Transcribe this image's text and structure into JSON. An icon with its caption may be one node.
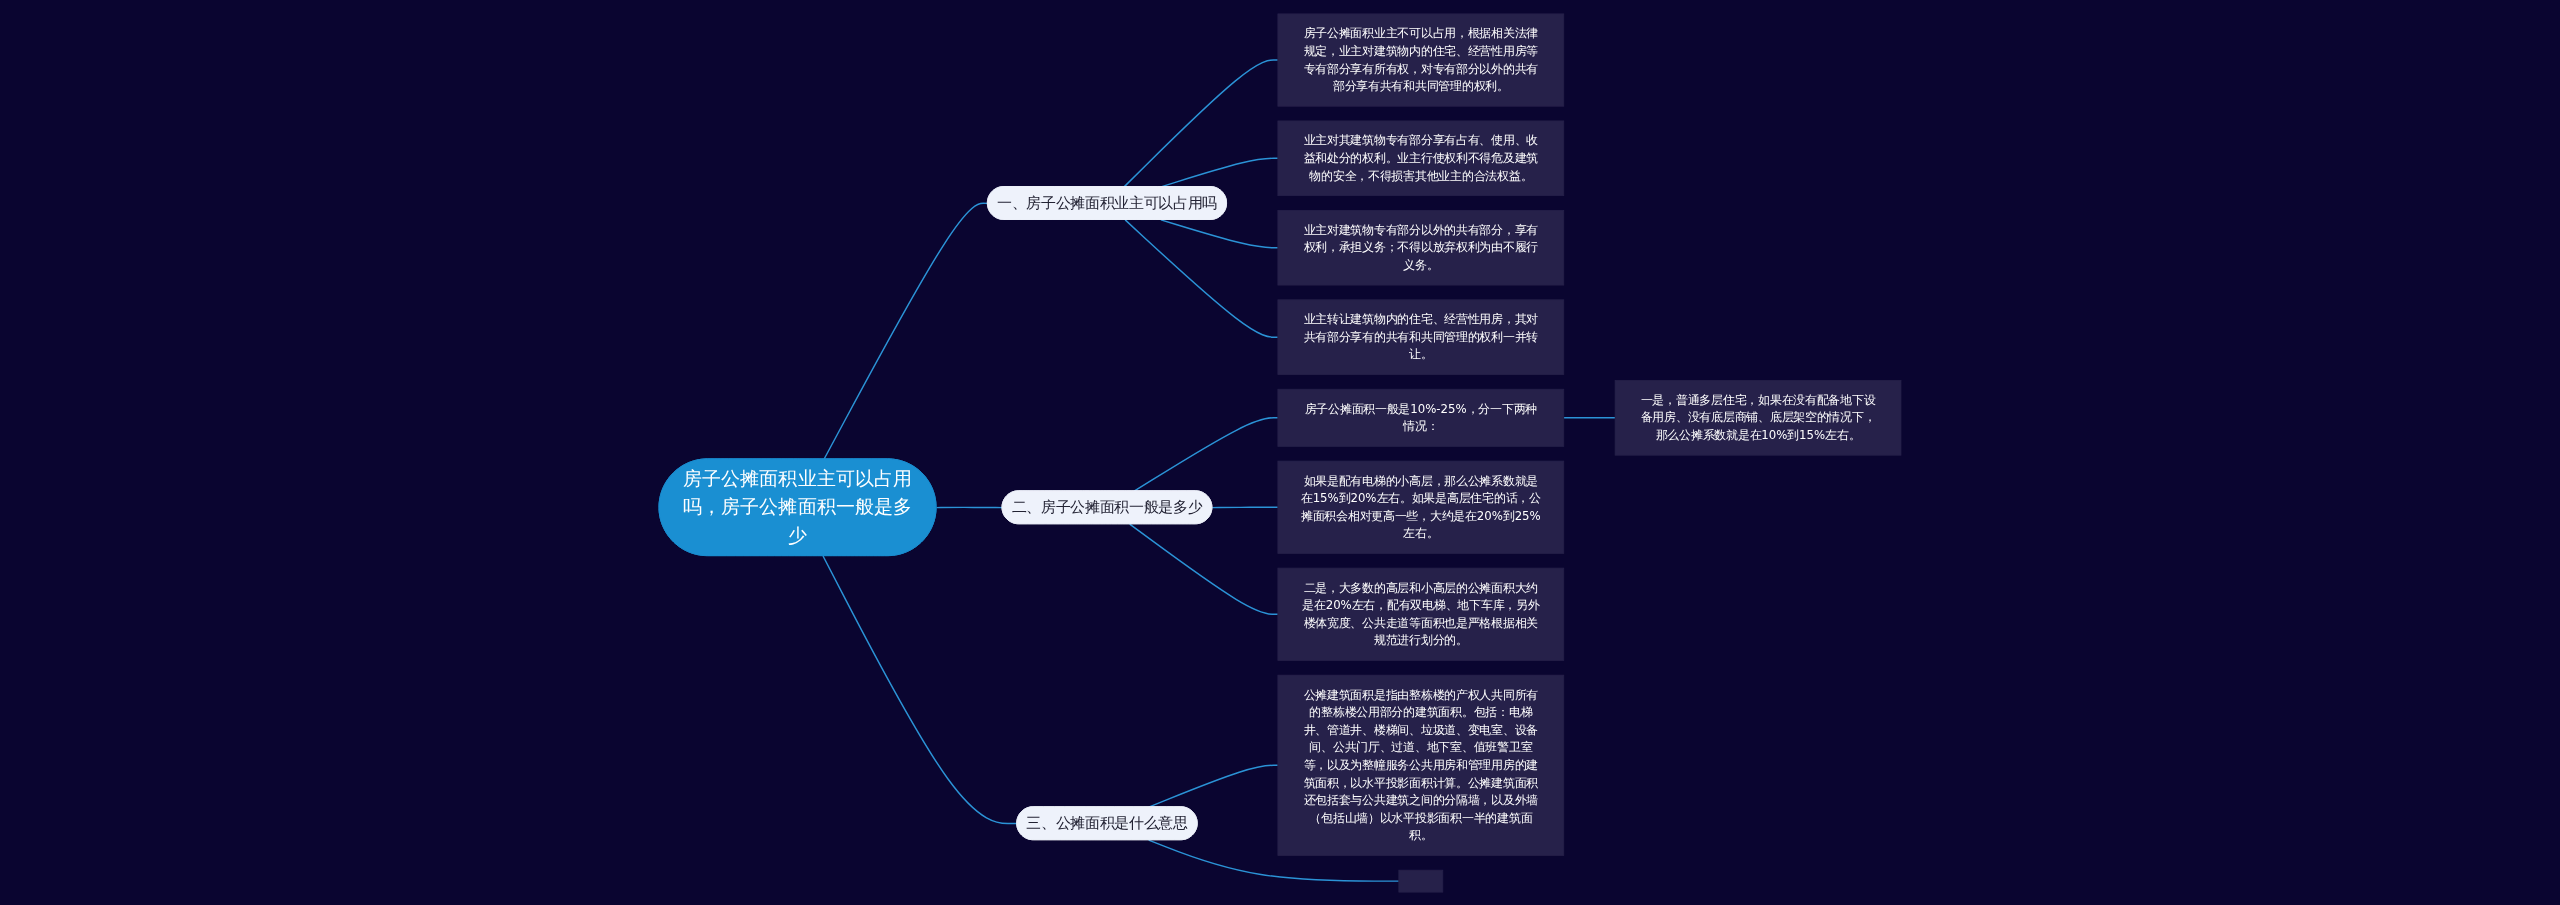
{
  "diagram": {
    "nodes": [
      {
        "text": [
          "房子公摊面积业主可以占用吗，房子公摊面积一般是多少"
        ]
      },
      {
        "text": [
          "一、房子公摊面积业主可以占用吗"
        ]
      },
      {
        "text": [
          "房子公摊面积业主不可以占用，根据相关法律规定，业主对建筑物内的住宅、经营性用房等专有部分享有所有权，对专有部分以外的共有部分享有共有和共同管理的权利。"
        ]
      },
      {
        "text": [
          "业主对其建筑物专有部分享有占有、使用、收益和处分的权利。业主行使权利不得危及建筑物的安全，不得损害其他业主的合法权益。"
        ]
      },
      {
        "text": [
          "业主对建筑物专有部分以外的共有部分，享有权利，承担义务；不得以放弃权利为由不履行义务。"
        ]
      },
      {
        "text": [
          "业主转让建筑物内的住宅、经营性用房，其对共有部分享有的共有和共同管理的权利一并转让。"
        ]
      },
      {
        "text": [
          "二、房子公摊面积一般是多少"
        ]
      },
      {
        "text": [
          "房子公摊面积一般是10%-25%，分一下两种情况："
        ]
      },
      {
        "text": [
          "一是，普通多层住宅，如果在没有配备地下设备用房、没有底层商铺、底层架空的情况下，那么公摊系数就是在10%到15%左右。"
        ]
      },
      {
        "text": [
          "如果是配有电梯的小高层，那么公摊系数就是在15%到20%左右。如果是高层住宅的话，公摊面积会相对更高一些，大约是在20%到25%左右。"
        ]
      },
      {
        "text": [
          "二是，大多数的高层和小高层的公摊面积大约是在20%左右，配有双电梯、地下车库，另外楼体宽度、公共走道等面积也是严格根据相关规范进行划分的。"
        ]
      },
      {
        "text": [
          "三、公摊面积是什么意思"
        ]
      },
      {
        "text": [
          "公摊建筑面积是指由整栋楼的产权人共同所有的整栋楼公用部分的建筑面积。包括：电梯井、管道井、楼梯间、垃圾道、变电室、设备间、公共门厅、过道、地下室、值班警卫室等，以及为整幢服务公共用房和管理用房的建筑面积，以水平投影面积计算。公摊建筑面积还包括套与公共建筑之间的分隔墙，以及外墙（包括山墙）以水平投影面积一半的建筑面积。"
        ]
      },
      {
        "text": [],
        "shape": "box"
      }
    ],
    "edges": [
      {
        "from": 0,
        "to": 1,
        "arrow": "none"
      },
      {
        "from": 1,
        "to": 2,
        "arrow": "none"
      },
      {
        "from": 1,
        "to": 3,
        "arrow": "none"
      },
      {
        "from": 1,
        "to": 4,
        "arrow": "none"
      },
      {
        "from": 1,
        "to": 5,
        "arrow": "none"
      },
      {
        "from": 0,
        "to": 6,
        "arrow": "none"
      },
      {
        "from": 6,
        "to": 7,
        "arrow": "none"
      },
      {
        "from": 7,
        "to": 8,
        "arrow": "none"
      },
      {
        "from": 6,
        "to": 9,
        "arrow": "none"
      },
      {
        "from": 6,
        "to": 10,
        "arrow": "none"
      },
      {
        "from": 0,
        "to": 11,
        "arrow": "none"
      },
      {
        "from": 11,
        "to": 12,
        "arrow": "none"
      },
      {
        "from": 11,
        "to": 13,
        "arrow": "none"
      }
    ]
  }
}
